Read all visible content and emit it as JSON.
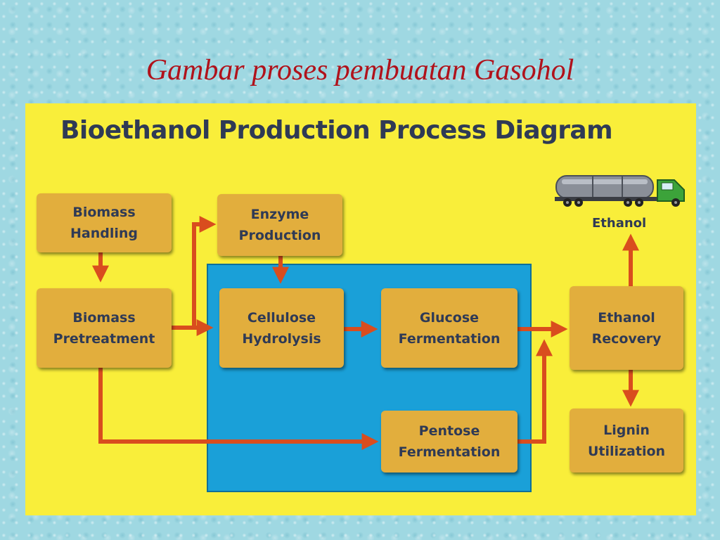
{
  "slide": {
    "title": "Gambar proses pembuatan Gasohol"
  },
  "diagram": {
    "title": "Bioethanol Production Process Diagram",
    "nodes": {
      "biomass_handling": "Biomass\nHandling",
      "biomass_pretreatment": "Biomass\nPretreatment",
      "enzyme_production": "Enzyme\nProduction",
      "cellulose_hydrolysis": "Cellulose\nHydrolysis",
      "glucose_fermentation": "Glucose\nFermentation",
      "pentose_fermentation": "Pentose\nFermentation",
      "ethanol_recovery": "Ethanol\nRecovery",
      "lignin_utilization": "Lignin\nUtilization"
    },
    "output_label": "Ethanol",
    "edges": [
      [
        "biomass_handling",
        "biomass_pretreatment"
      ],
      [
        "biomass_pretreatment",
        "enzyme_production"
      ],
      [
        "biomass_pretreatment",
        "cellulose_hydrolysis"
      ],
      [
        "enzyme_production",
        "cellulose_hydrolysis"
      ],
      [
        "cellulose_hydrolysis",
        "glucose_fermentation"
      ],
      [
        "glucose_fermentation",
        "ethanol_recovery"
      ],
      [
        "biomass_pretreatment",
        "pentose_fermentation"
      ],
      [
        "pentose_fermentation",
        "ethanol_recovery"
      ],
      [
        "ethanol_recovery",
        "ethanol"
      ],
      [
        "ethanol_recovery",
        "lignin_utilization"
      ]
    ],
    "icons": [
      "tanker-truck-icon"
    ],
    "colors": {
      "panel_background": "#f9ee3a",
      "process_box": "#e2ae3d",
      "blue_region": "#1aa0d8",
      "arrow": "#d94d1e",
      "text": "#2f3a55",
      "slide_title": "#b0121b"
    }
  }
}
